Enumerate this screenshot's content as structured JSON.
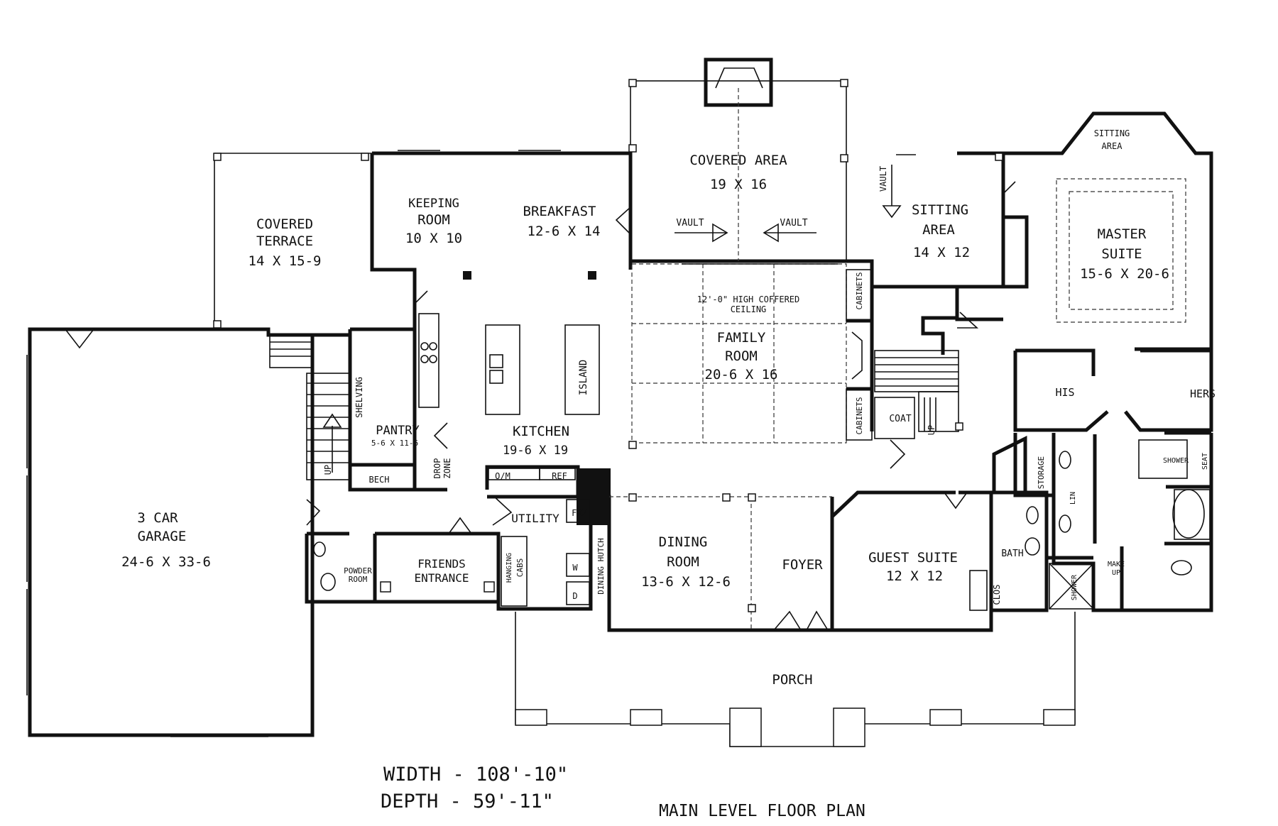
{
  "rooms": {
    "covered_terrace": {
      "name": [
        "COVERED",
        "TERRACE"
      ],
      "size": "14 X 15-9"
    },
    "keeping_room": {
      "name": [
        "KEEPING",
        "ROOM"
      ],
      "size": "10 X 10"
    },
    "breakfast": {
      "name": "BREAKFAST",
      "size": "12-6 X 14"
    },
    "covered_area": {
      "name": "COVERED  AREA",
      "size": "19 X 16"
    },
    "sitting_area_upper": {
      "name": [
        "SITTING",
        "AREA"
      ]
    },
    "sitting_area": {
      "name": [
        "SITTING",
        "AREA"
      ],
      "size": "14 X 12"
    },
    "master_suite": {
      "name": [
        "MASTER",
        "SUITE"
      ],
      "size": "15-6 X 20-6"
    },
    "family_room": {
      "name": [
        "FAMILY",
        "ROOM"
      ],
      "size": "20-6 X 16"
    },
    "coffered_ceiling": [
      "12'-0\" HIGH COFFERED",
      "CEILING"
    ],
    "kitchen": {
      "name": "KITCHEN",
      "size": "19-6 X 19"
    },
    "pantry": {
      "name": "PANTRY",
      "size": "5-6 X 11-6"
    },
    "garage": {
      "name": [
        "3 CAR",
        "GARAGE"
      ],
      "size": "24-6 X 33-6"
    },
    "powder_room": [
      "POWDER",
      "ROOM"
    ],
    "friends_entrance": [
      "FRIENDS",
      "ENTRANCE"
    ],
    "utility": "UTILITY",
    "dining_room": {
      "name": [
        "DINING",
        "ROOM"
      ],
      "size": "13-6 X 12-6"
    },
    "foyer": "FOYER",
    "guest_suite": {
      "name": "GUEST SUITE",
      "size": "12 X 12"
    },
    "bath": "BATH",
    "porch": "PORCH",
    "his": "HIS",
    "hers": "HERS"
  },
  "fixtures": {
    "island": "ISLAND",
    "shelving": "SHELVING",
    "bech": "BECH",
    "drop_zone": [
      "DROP",
      "ZONE"
    ],
    "om": "O/M",
    "ref": "REF",
    "frz": "FRZ",
    "w": "W",
    "d": "D",
    "hanging": "HANGING",
    "cabs": "CABS",
    "dining_hutch": "DINING HUTCH",
    "cabinets_top": "CABINETS",
    "cabinets_bottom": "CABINETS",
    "coat": "COAT",
    "storage": "STORAGE",
    "lin": "LIN",
    "clos": "CLOS",
    "shower_master": "SHOWER",
    "seat": "SEAT",
    "shower_guest": "SHOWER",
    "make_up": [
      "MAKE",
      "UP"
    ],
    "vault_left": "VAULT",
    "vault_right": "VAULT",
    "vault_sitting": "VAULT",
    "up_garage": "UP",
    "up_stair": "UP"
  },
  "specs": {
    "width": "WIDTH - 108'-10\"",
    "depth": "DEPTH - 59'-11\""
  },
  "plan_title": "MAIN LEVEL FLOOR PLAN"
}
